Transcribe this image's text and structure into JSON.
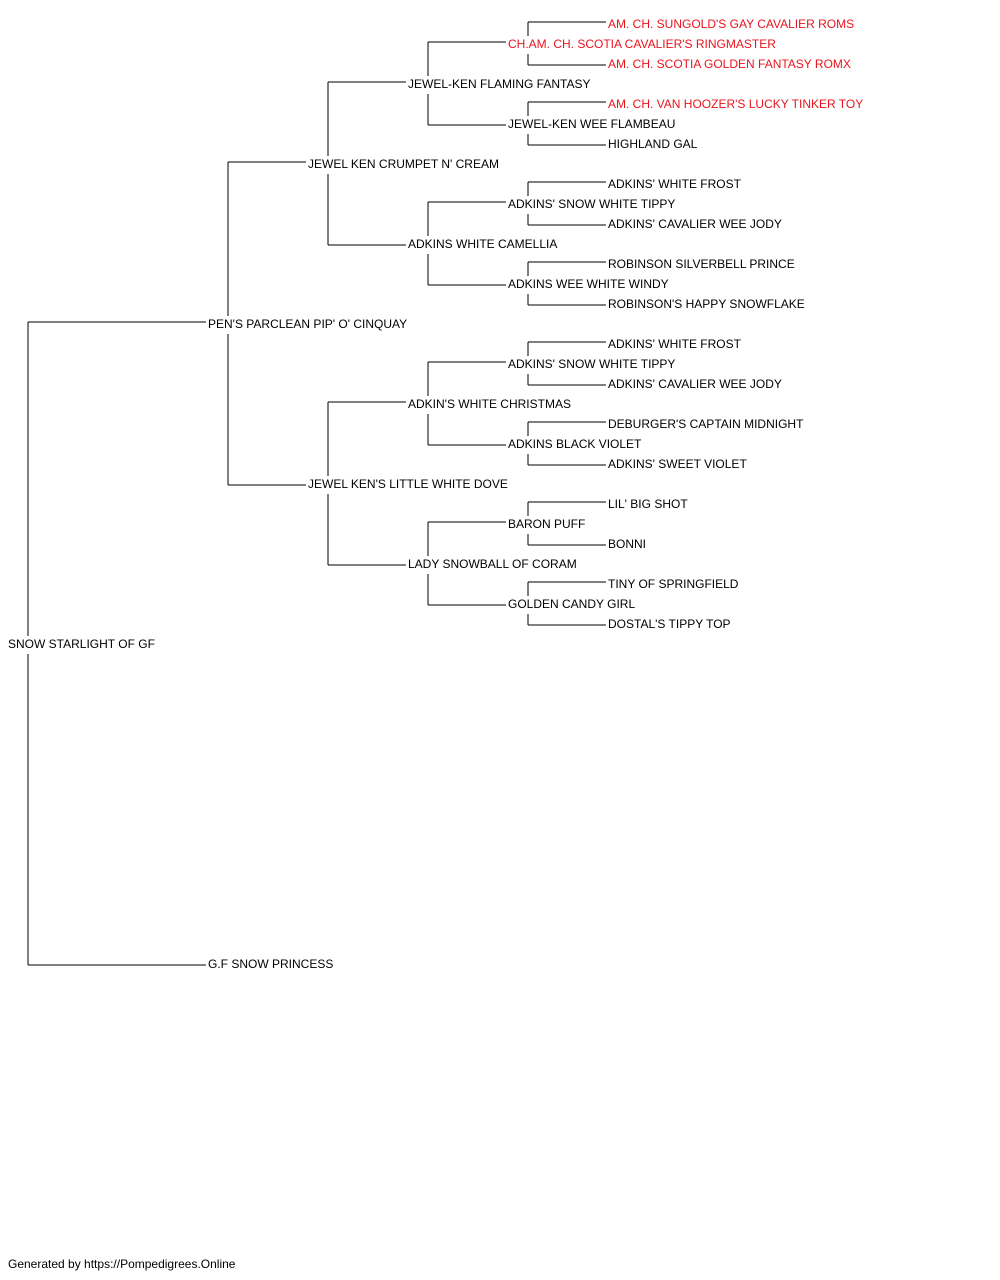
{
  "colors": {
    "text": "#000000",
    "champion": "#e8141d",
    "line": "#000000"
  },
  "pedigree": {
    "name": "SNOW STARLIGHT OF GF",
    "sire": {
      "name": "PEN'S PARCLEAN PIP' O' CINQUAY",
      "sire": {
        "name": "JEWEL KEN CRUMPET N' CREAM",
        "sire": {
          "name": "JEWEL-KEN FLAMING FANTASY",
          "sire": {
            "name": "CH.AM. CH. SCOTIA CAVALIER'S RINGMASTER",
            "champion": true,
            "sire": {
              "name": "AM. CH. SUNGOLD'S GAY CAVALIER ROMS",
              "champion": true
            },
            "dam": {
              "name": "AM. CH. SCOTIA GOLDEN FANTASY ROMX",
              "champion": true
            }
          },
          "dam": {
            "name": "JEWEL-KEN WEE FLAMBEAU",
            "sire": {
              "name": "AM. CH. VAN HOOZER'S LUCKY TINKER TOY",
              "champion": true
            },
            "dam": {
              "name": "HIGHLAND GAL"
            }
          }
        },
        "dam": {
          "name": "ADKINS WHITE CAMELLIA",
          "sire": {
            "name": "ADKINS' SNOW WHITE TIPPY",
            "sire": {
              "name": "ADKINS' WHITE FROST"
            },
            "dam": {
              "name": "ADKINS' CAVALIER WEE JODY"
            }
          },
          "dam": {
            "name": "ADKINS WEE WHITE WINDY",
            "sire": {
              "name": "ROBINSON SILVERBELL PRINCE"
            },
            "dam": {
              "name": "ROBINSON'S HAPPY SNOWFLAKE"
            }
          }
        }
      },
      "dam": {
        "name": "JEWEL KEN'S LITTLE WHITE DOVE",
        "sire": {
          "name": "ADKIN'S WHITE CHRISTMAS",
          "sire": {
            "name": "ADKINS' SNOW WHITE TIPPY",
            "sire": {
              "name": "ADKINS' WHITE FROST"
            },
            "dam": {
              "name": "ADKINS' CAVALIER WEE JODY"
            }
          },
          "dam": {
            "name": "ADKINS BLACK VIOLET",
            "sire": {
              "name": "DEBURGER'S CAPTAIN MIDNIGHT"
            },
            "dam": {
              "name": "ADKINS' SWEET VIOLET"
            }
          }
        },
        "dam": {
          "name": "LADY SNOWBALL OF CORAM",
          "sire": {
            "name": "BARON PUFF",
            "sire": {
              "name": "LIL' BIG SHOT"
            },
            "dam": {
              "name": "BONNI"
            }
          },
          "dam": {
            "name": "GOLDEN CANDY GIRL",
            "sire": {
              "name": "TINY OF SPRINGFIELD"
            },
            "dam": {
              "name": "DOSTAL'S TIPPY TOP"
            }
          }
        }
      }
    },
    "dam": {
      "name": "G.F SNOW PRINCESS"
    }
  },
  "footer": "Generated by https://Pompedigrees.Online"
}
